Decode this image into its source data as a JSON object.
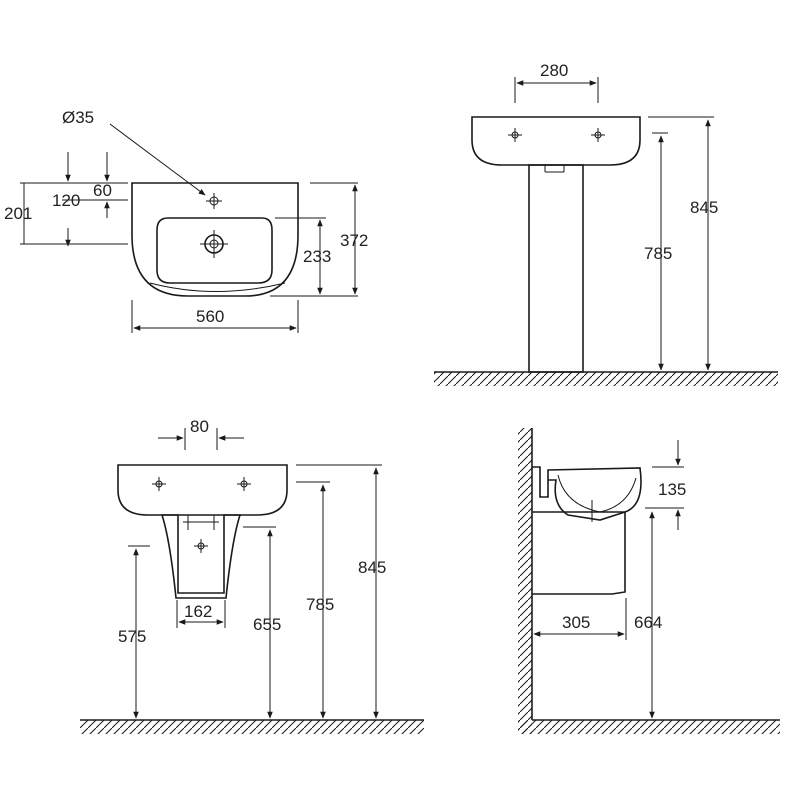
{
  "top_view": {
    "tap_hole_label": "Ø35",
    "dim_120": "120",
    "dim_60": "60",
    "dim_201": "201",
    "dim_233": "233",
    "dim_372": "372",
    "dim_560": "560"
  },
  "pedestal_view": {
    "dim_280": "280",
    "dim_845": "845",
    "dim_785": "785"
  },
  "semi_pedestal_view": {
    "dim_80": "80",
    "dim_845": "845",
    "dim_785": "785",
    "dim_655": "655",
    "dim_575": "575",
    "dim_162": "162"
  },
  "side_view": {
    "dim_135": "135",
    "dim_305": "305",
    "dim_664": "664"
  },
  "colors": {
    "line": "#1a1a1a",
    "text": "#222222"
  }
}
